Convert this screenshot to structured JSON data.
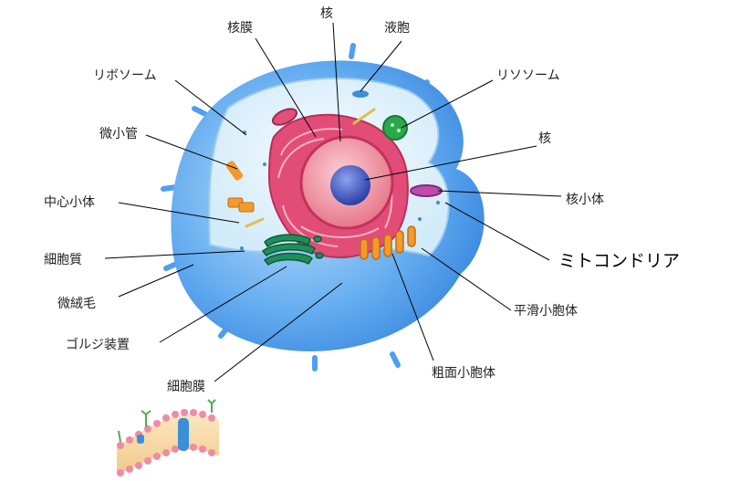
{
  "labels": {
    "nuclear_membrane": "核膜",
    "nucleus_top": "核",
    "vacuole": "液胞",
    "ribosome": "リボソーム",
    "lysosome": "リソソーム",
    "microtubule": "微小管",
    "nucleus_right": "核",
    "centriole": "中心小体",
    "nucleolus": "核小体",
    "cytoplasm": "細胞質",
    "mitochondria": "ミトコンドリア",
    "microvilli": "微絨毛",
    "smooth_er": "平滑小胞体",
    "golgi": "ゴルジ装置",
    "rough_er": "粗面小胞体",
    "cell_membrane": "細胞膜"
  },
  "colors": {
    "cell_outer": "#4f9ff0",
    "cytoplasm": "#e6f4fc",
    "er": "#e24d78",
    "nucleus": "#f29aa8",
    "nucleolus": "#3f56c8",
    "golgi": "#1e8e5a",
    "mitochondria": "#e98a1e",
    "lysosome": "#2aa84a",
    "membrane_head": "#f08aa8",
    "membrane_core": "#f7dca0"
  }
}
